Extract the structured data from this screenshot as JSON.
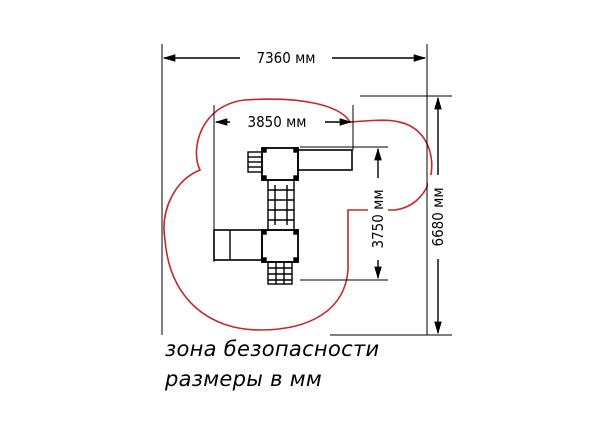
{
  "dimensions": {
    "overall_width": "7360 мм",
    "platform_width": "3850 мм",
    "platform_depth": "3750 мм",
    "overall_depth": "6680 мм"
  },
  "captions": {
    "line1": "зона безопасности",
    "line2": "размеры в мм"
  },
  "colors": {
    "safety_zone": "#c8262a",
    "lines": "#000000"
  }
}
